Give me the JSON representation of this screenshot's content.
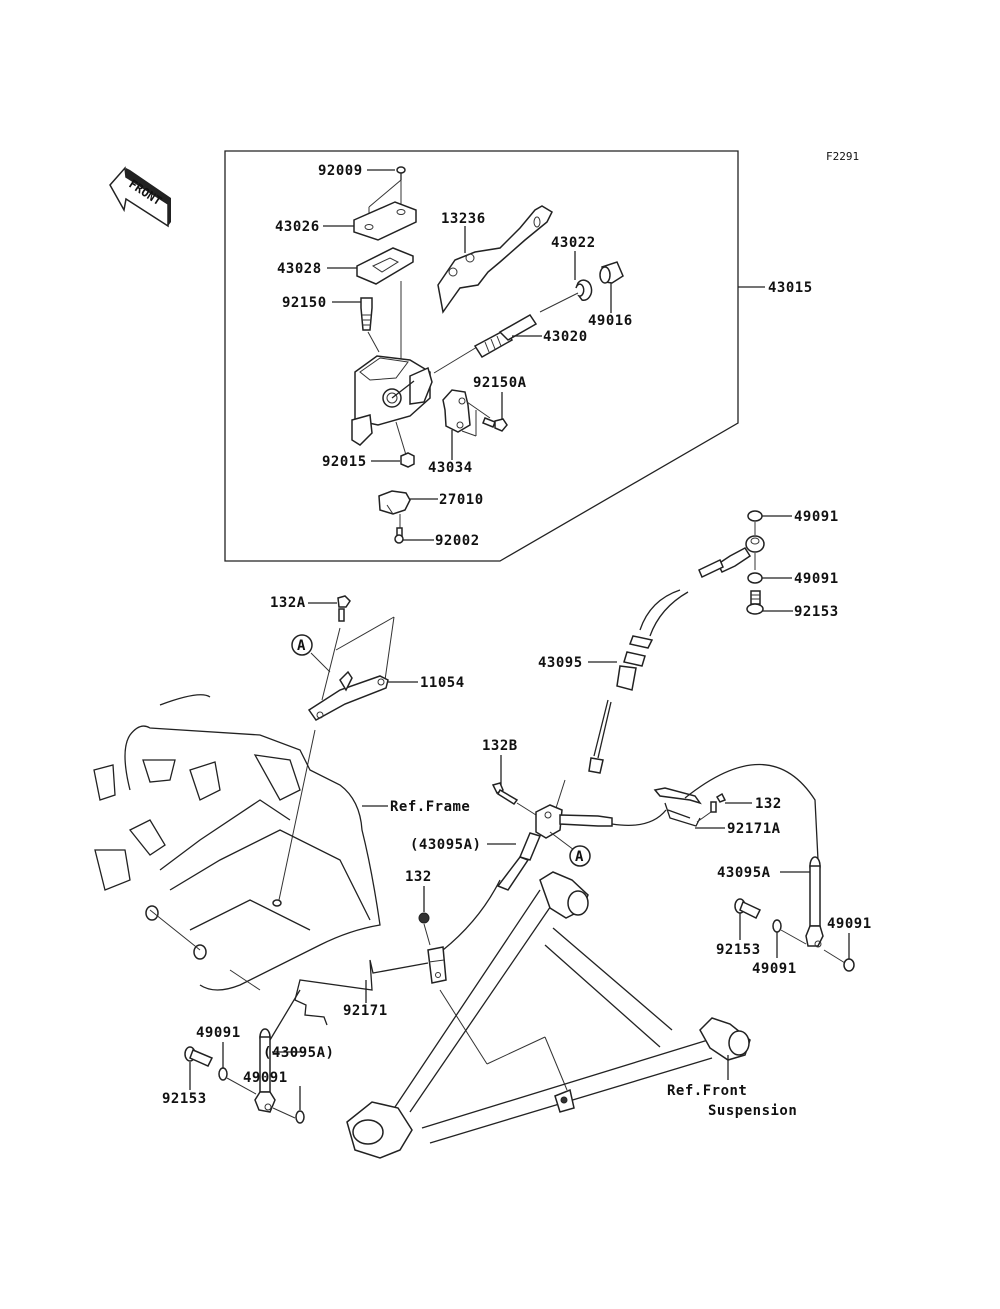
{
  "diagram": {
    "figure_code": "F2291",
    "direction_indicator": "FRONT",
    "assembly_box_label": "43015",
    "callout_marker": "A",
    "labels": {
      "p92009": "92009",
      "p43026": "43026",
      "p43028": "43028",
      "p92150": "92150",
      "p13236": "13236",
      "p43022": "43022",
      "p49016": "49016",
      "p43020": "43020",
      "p92150A": "92150A",
      "p92015": "92015",
      "p43034": "43034",
      "p27010": "27010",
      "p92002": "92002",
      "p43015": "43015",
      "p49091_top1": "49091",
      "p49091_top2": "49091",
      "p92153_top": "92153",
      "p132A": "132A",
      "p11054": "11054",
      "p43095": "43095",
      "p132B": "132B",
      "p132_right": "132",
      "p92171A": "92171A",
      "ref_frame": "Ref.Frame",
      "p43095A_paren_mid": "(43095A)",
      "p43095A_right": "43095A",
      "p92153_right": "92153",
      "p49091_right1": "49091",
      "p49091_right2": "49091",
      "p132_mid": "132",
      "p92171": "92171",
      "p49091_left1": "49091",
      "p43095A_paren_low": "(43095A)",
      "p49091_left2": "49091",
      "p92153_left": "92153",
      "ref_front_1": "Ref.Front",
      "ref_front_2": "Suspension"
    }
  }
}
